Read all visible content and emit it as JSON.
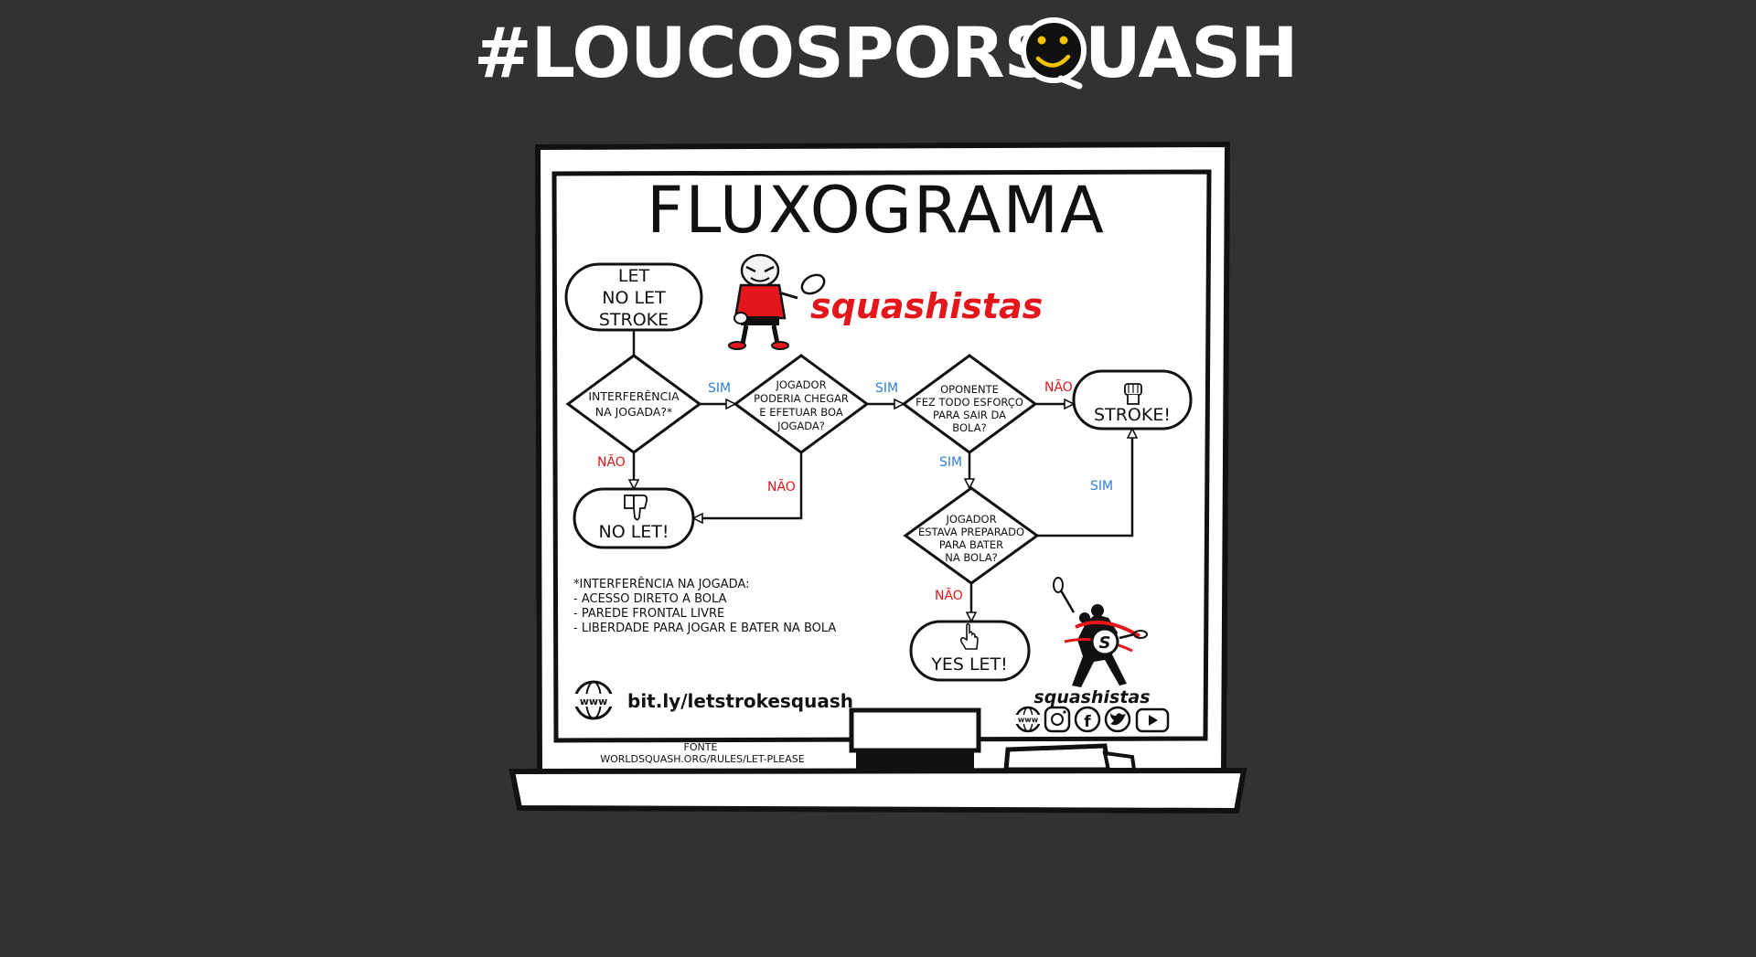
{
  "header": {
    "title_prefix": "#LOUCOSPORS",
    "title_suffix": "UASH"
  },
  "board": {
    "title": "FLUXOGRAMA",
    "brand_top": "squashistas",
    "brand_bottom": "squashistas",
    "link": "bit.ly/letstrokesquash",
    "source_label": "FONTE",
    "source_url": "WORLDSQUASH.ORG/RULES/LET-PLEASE",
    "www_label": "www"
  },
  "nodes": {
    "start": [
      "LET",
      "NO LET",
      "STROKE"
    ],
    "q_interferencia": [
      "INTERFERÊNCIA",
      "NA JOGADA?*"
    ],
    "q_jogador_chegar": [
      "JOGADOR",
      "PODERIA CHEGAR",
      "E EFETUAR BOA",
      "JOGADA?"
    ],
    "q_oponente": [
      "OPONENTE",
      "FEZ TODO ESFORÇO",
      "PARA SAIR DA",
      "BOLA?"
    ],
    "q_preparado": [
      "JOGADOR",
      "ESTAVA PREPARADO",
      "PARA BATER",
      "NA BOLA?"
    ],
    "r_stroke": "STROKE!",
    "r_no_let": "NO LET!",
    "r_yes_let": "YES LET!"
  },
  "edges": {
    "sim": "SIM",
    "nao": "NÃO"
  },
  "colors": {
    "sim": "#2f7fd6",
    "nao": "#e3161b",
    "brand": "#e3161b",
    "ball_eye": "#f2c200"
  },
  "note": {
    "title": "*INTERFERÊNCIA NA JOGADA:",
    "items": [
      "- ACESSO DIRETO A BOLA",
      "- PAREDE FRONTAL LIVRE",
      "- LIBERDADE PARA JOGAR E BATER NA BOLA"
    ]
  },
  "icons": {
    "thumbs_down": "thumbs-down-icon",
    "fist": "fist-icon",
    "pointer": "pointer-hand-icon",
    "www": "globe-www-icon",
    "instagram": "instagram-icon",
    "facebook": "facebook-icon",
    "twitter": "twitter-icon",
    "youtube": "youtube-icon"
  }
}
